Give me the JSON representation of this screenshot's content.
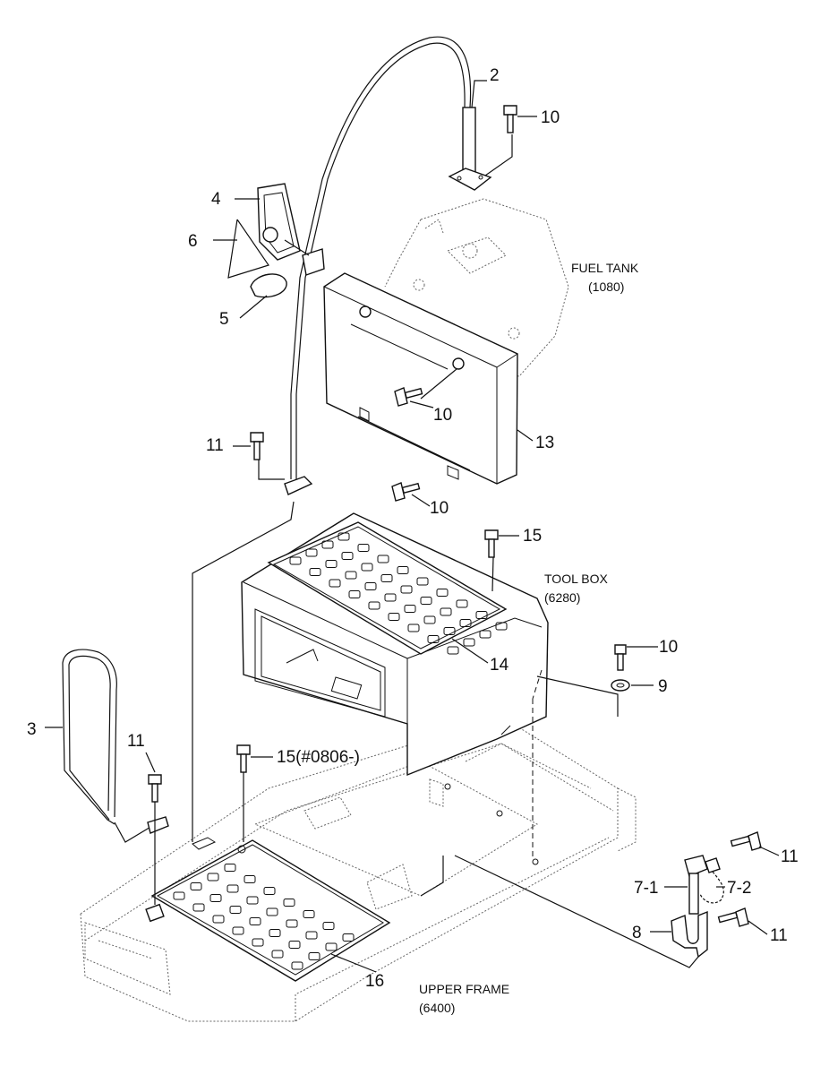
{
  "callouts": {
    "c2": "2",
    "c3": "3",
    "c4": "4",
    "c5": "5",
    "c6": "6",
    "c7_1": "7-1",
    "c7_2": "7-2",
    "c8": "8",
    "c9": "9",
    "c10a": "10",
    "c10b": "10",
    "c10c": "10",
    "c10d": "10",
    "c11a": "11",
    "c11b": "11",
    "c11c": "11",
    "c11d": "11",
    "c13": "13",
    "c14": "14",
    "c15a": "15",
    "c15b": "15(#0806-)",
    "c16": "16"
  },
  "references": {
    "fuel_tank": {
      "name": "FUEL TANK",
      "code": "(1080)"
    },
    "tool_box": {
      "name": "TOOL BOX",
      "code": "(6280)"
    },
    "upper_frame": {
      "name": "UPPER FRAME",
      "code": "(6400)"
    }
  }
}
